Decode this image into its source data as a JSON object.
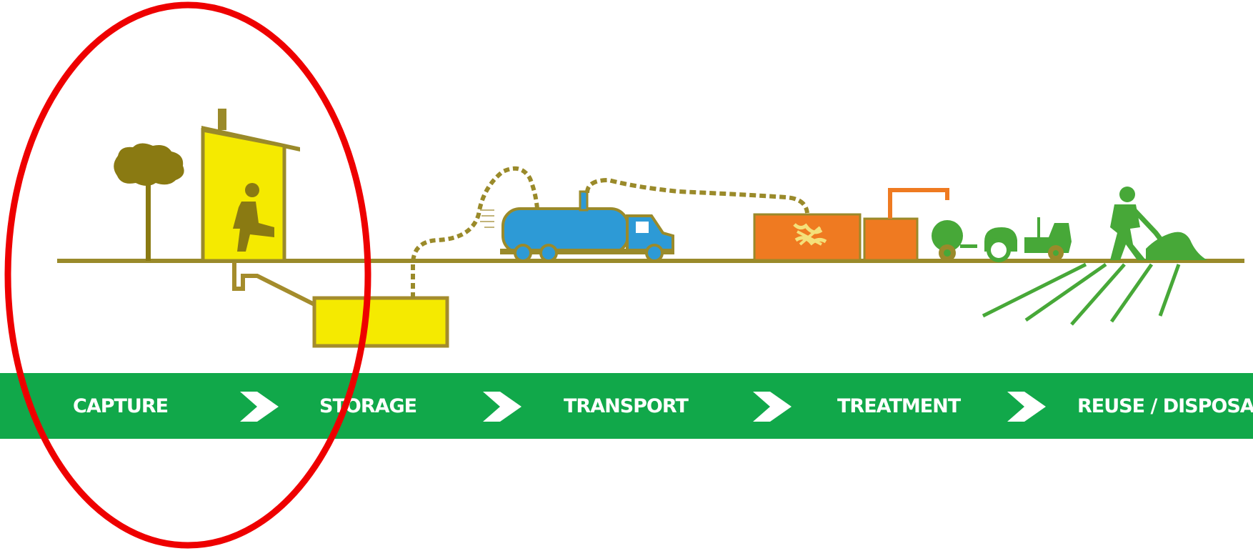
{
  "stages": {
    "capture": "CAPTURE",
    "storage": "STORAGE",
    "transport": "TRANSPORT",
    "treatment": "TREATMENT",
    "reuse": "REUSE / DISPOSAL"
  },
  "colors": {
    "banner": "#11a84a",
    "ground": "#9a8a2a",
    "tree": "#8a7a12",
    "latrine": "#f5ea00",
    "pipe": "#a48c2c",
    "truck_tank": "#2d9ad6",
    "treatment": "#ef7a21",
    "reuse": "#47a838",
    "highlight": "#ee0000"
  },
  "icons": [
    "tree-icon",
    "latrine-icon",
    "person-squatting-icon",
    "storage-tank-icon",
    "vacuum-truck-icon",
    "treatment-plant-icon",
    "tractor-icon",
    "farmer-icon",
    "arrow-chevron-icon"
  ]
}
